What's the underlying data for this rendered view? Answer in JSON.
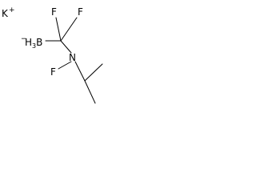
{
  "molecule": {
    "counterion": {
      "element": "K",
      "charge": "+"
    },
    "borate": {
      "charge": "−",
      "label": "H3B"
    },
    "atoms": {
      "fluorine_top_left": "F",
      "fluorine_top_right": "F",
      "nitrogen": "N",
      "fluorine_on_nitrogen": "F"
    }
  }
}
